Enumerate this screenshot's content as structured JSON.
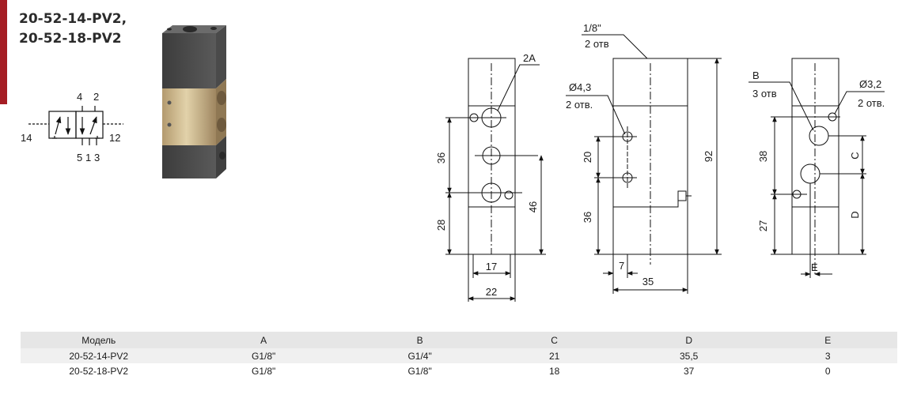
{
  "title": {
    "line1": "20-52-14-PV2,",
    "line2": "20-52-18-PV2"
  },
  "symbol": {
    "top_ports": [
      "4",
      "2"
    ],
    "bottom_ports": [
      "5",
      "1",
      "3"
    ],
    "left_pilot": "14",
    "right_pilot": "12"
  },
  "front_view": {
    "port_label": "2A",
    "dim_spacing": "36",
    "dim_bottom": "28",
    "dim_46": "46",
    "dim_17": "17",
    "dim_22": "22"
  },
  "side_view": {
    "top_port_size": "1/8\"",
    "top_port_count": "2 отв",
    "hole_diameter": "Ø4,3",
    "hole_count": "2 отв.",
    "dim_20": "20",
    "dim_36": "36",
    "dim_92": "92",
    "dim_7": "7",
    "dim_35": "35"
  },
  "rear_view": {
    "port_label": "B",
    "port_count": "3 отв",
    "hole_diameter": "Ø3,2",
    "hole_count": "2 отв.",
    "dim_38": "38",
    "dim_27": "27",
    "dim_c": "C",
    "dim_d": "D",
    "dim_e": "E"
  },
  "table": {
    "headers": [
      "Модель",
      "A",
      "B",
      "C",
      "D",
      "E"
    ],
    "rows": [
      [
        "20-52-14-PV2",
        "G1/8\"",
        "G1/4\"",
        "21",
        "35,5",
        "3"
      ],
      [
        "20-52-18-PV2",
        "G1/8\"",
        "G1/8\"",
        "18",
        "37",
        "0"
      ]
    ]
  },
  "colors": {
    "accent": "#a51d24",
    "header_bg": "#e6e6e6",
    "row_bg": "#f0f0f0"
  }
}
